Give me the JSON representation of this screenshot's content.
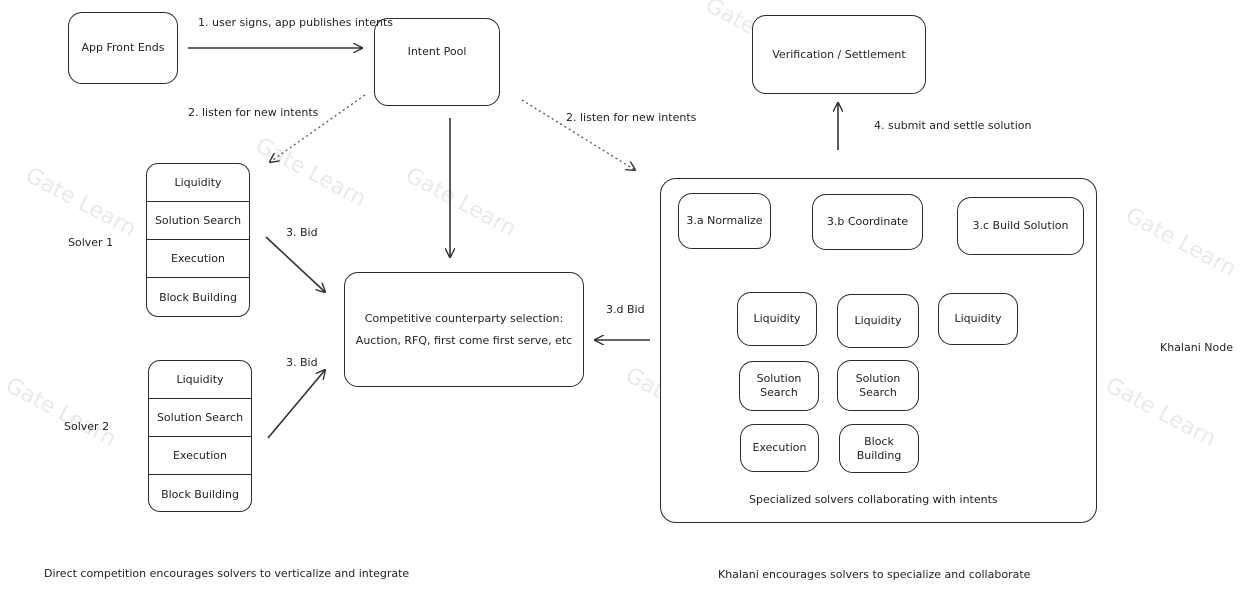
{
  "nodes": {
    "app_front_ends": "App Front Ends",
    "intent_pool": "Intent Pool",
    "verification": "Verification / Settlement",
    "counterparty_line1": "Competitive counterparty selection:",
    "counterparty_line2": "Auction, RFQ, first come first serve, etc",
    "normalize": "3.a Normalize",
    "coordinate": "3.b Coordinate",
    "build_solution": "3.c Build Solution",
    "liquidity_1": "Liquidity",
    "liquidity_2": "Liquidity",
    "liquidity_3": "Liquidity",
    "solution_search_1": "Solution Search",
    "solution_search_2": "Solution Search",
    "execution": "Execution",
    "block_building": "Block Building"
  },
  "solver1": {
    "label": "Solver 1",
    "cells": [
      "Liquidity",
      "Solution Search",
      "Execution",
      "Block Building"
    ]
  },
  "solver2": {
    "label": "Solver 2",
    "cells": [
      "Liquidity",
      "Solution Search",
      "Execution",
      "Block Building"
    ]
  },
  "edge_labels": {
    "publish": "1. user signs, app publishes intents",
    "listen_left": "2. listen for new intents",
    "listen_right": "2. listen for new intents",
    "submit": "4. submit and settle solution",
    "bid_1": "3. Bid",
    "bid_2": "3. Bid",
    "bid_d": "3.d Bid"
  },
  "captions": {
    "khalani_node": "Khalani Node",
    "specialized": "Specialized solvers collaborating with intents",
    "direct_competition": "Direct competition encourages solvers to verticalize and integrate",
    "khalani_encourages": "Khalani encourages solvers to specialize and collaborate"
  },
  "watermark": "Gate Learn"
}
